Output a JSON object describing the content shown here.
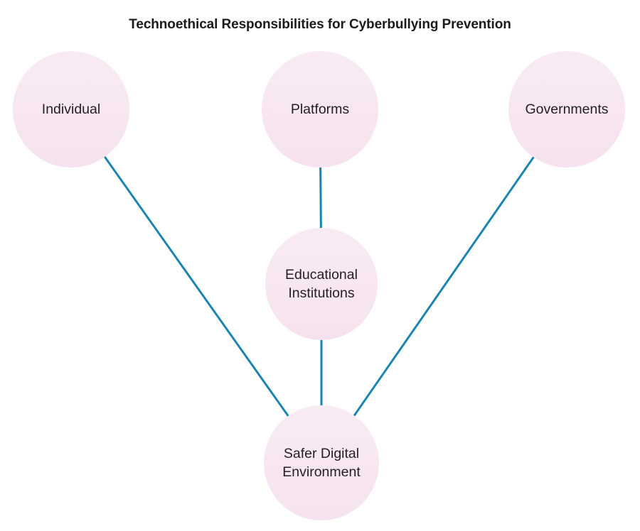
{
  "title": "Technoethical Responsibilities for Cyberbullying Prevention",
  "diagram": {
    "nodes": [
      {
        "id": "individual",
        "label": "Individual"
      },
      {
        "id": "platforms",
        "label": "Platforms"
      },
      {
        "id": "governments",
        "label": "Governments"
      },
      {
        "id": "educational-institutions",
        "label": "Educational Institutions"
      },
      {
        "id": "safer-digital-environment",
        "label": "Safer Digital Environment"
      }
    ],
    "edges": [
      {
        "from": "individual",
        "to": "safer-digital-environment"
      },
      {
        "from": "platforms",
        "to": "educational-institutions"
      },
      {
        "from": "educational-institutions",
        "to": "safer-digital-environment"
      },
      {
        "from": "governments",
        "to": "safer-digital-environment"
      }
    ],
    "colors": {
      "background": "#ffffff",
      "node_fill": "#f7e6f0",
      "edge_stroke": "#1b85b1",
      "node_text": "#231f23",
      "title_text": "#1b1b1e"
    },
    "edge_stroke_width": 3
  }
}
